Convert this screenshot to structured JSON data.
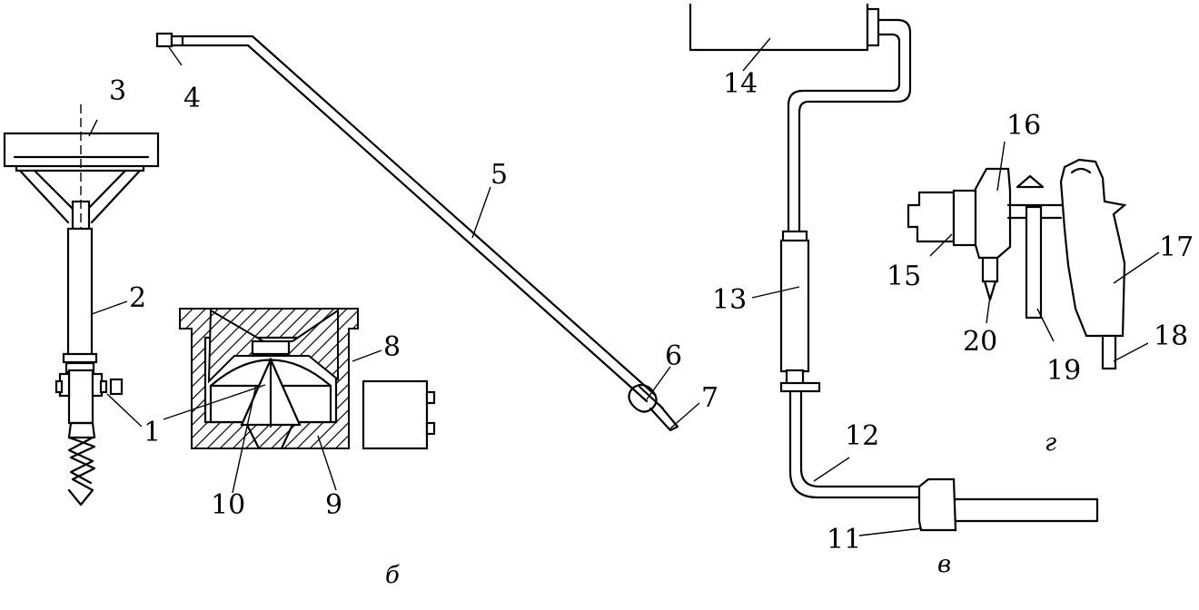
{
  "labels": {
    "n1": "1",
    "n2": "2",
    "n3": "3",
    "n4": "4",
    "n5": "5",
    "n6": "6",
    "n7": "7",
    "n8": "8",
    "n9": "9",
    "n10": "10",
    "n11": "11",
    "n12": "12",
    "n13": "13",
    "n14": "14",
    "n15": "15",
    "n16": "16",
    "n17": "17",
    "n18": "18",
    "n19": "19",
    "n20": "20"
  },
  "panels": {
    "b": "б",
    "v": "в",
    "g": "г"
  }
}
